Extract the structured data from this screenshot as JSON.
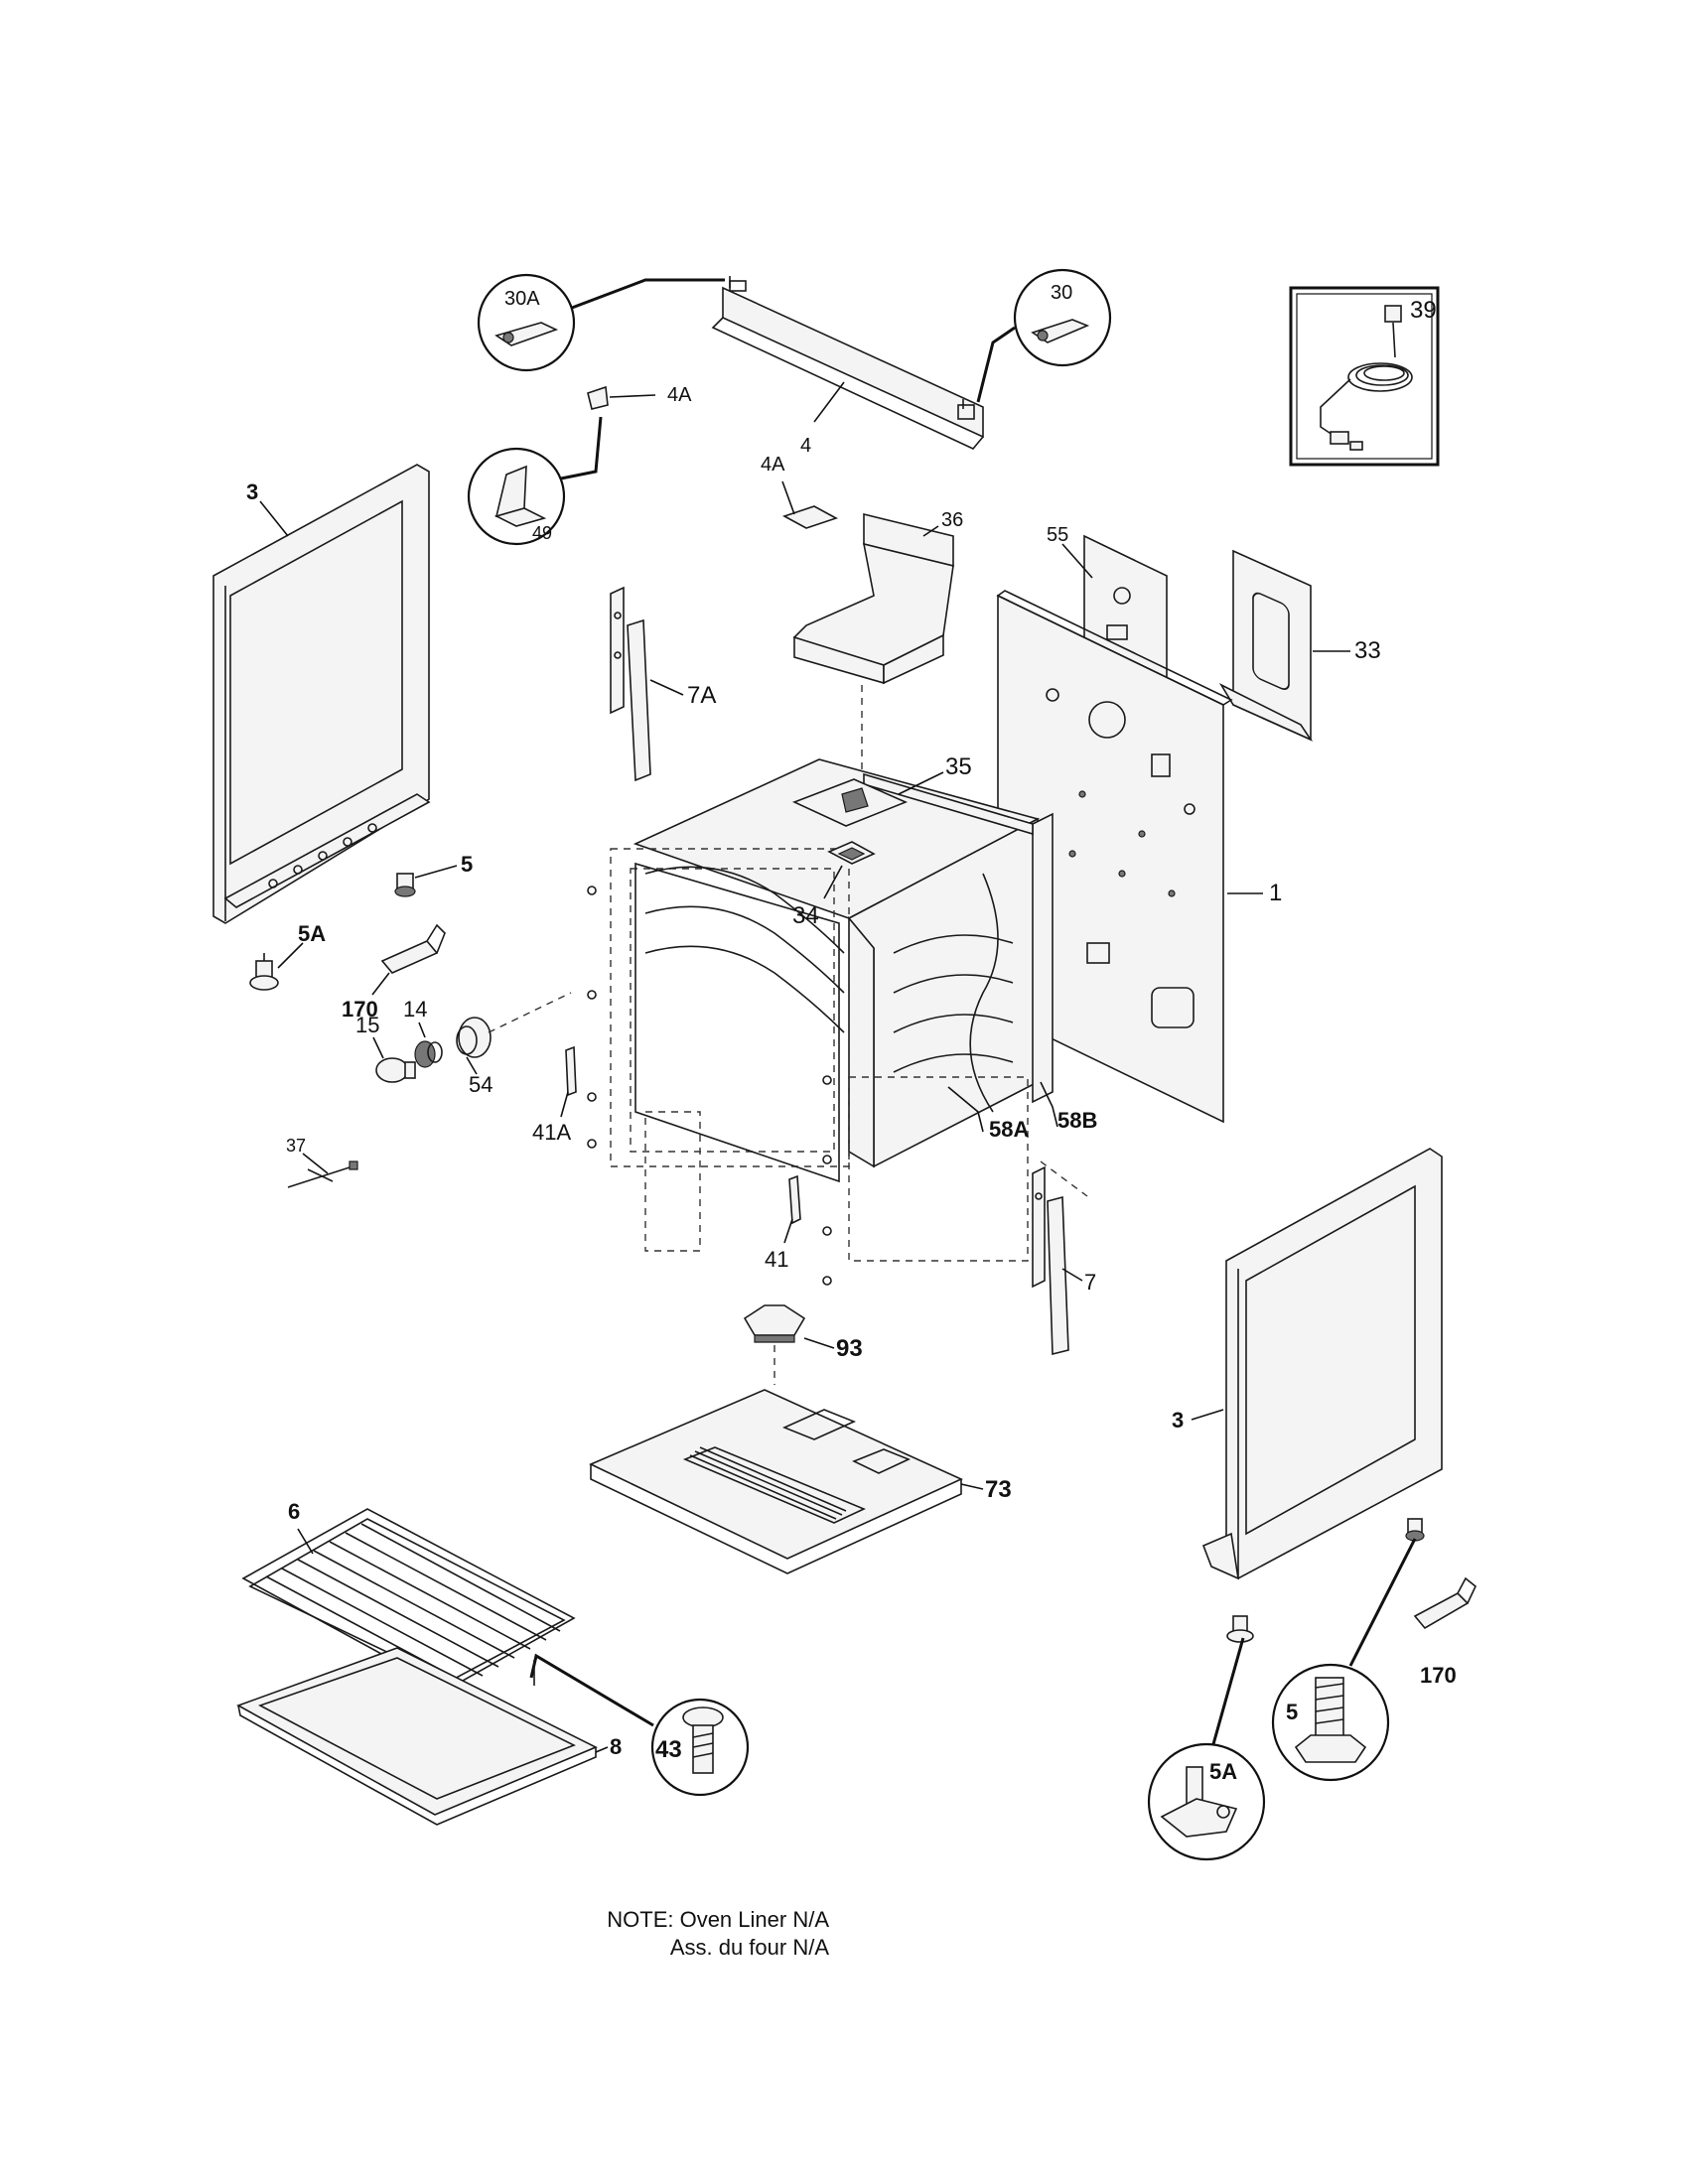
{
  "labels": {
    "l30A": "30A",
    "l30": "30",
    "l39": "39",
    "l4A_top": "4A",
    "l4": "4",
    "l49": "49",
    "l4A_mid": "4A",
    "l36": "36",
    "l55": "55",
    "l33": "33",
    "l3_left": "3",
    "l7A": "7A",
    "l35": "35",
    "l34": "34",
    "l1": "1",
    "l5_left": "5",
    "l5A_left": "5A",
    "l170_left": "170",
    "l14": "14",
    "l15": "15",
    "l54": "54",
    "l41A": "41A",
    "l58A": "58A",
    "l58B": "58B",
    "l37": "37",
    "l41": "41",
    "l7": "7",
    "l93": "93",
    "l3_right": "3",
    "l73": "73",
    "l6": "6",
    "l8": "8",
    "l43": "43",
    "l170_right": "170",
    "l5_right": "5",
    "l5A_right": "5A"
  },
  "note": {
    "line1": "NOTE: Oven Liner N/A",
    "line2": "Ass. du four N/A"
  }
}
